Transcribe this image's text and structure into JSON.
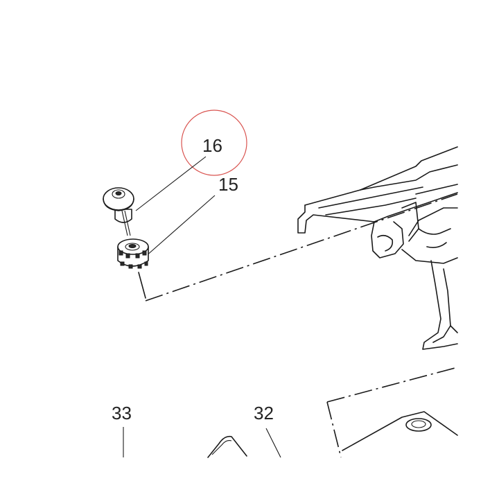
{
  "diagram": {
    "callouts": [
      {
        "id": "16",
        "label": "16",
        "highlighted": true
      },
      {
        "id": "15",
        "label": "15",
        "highlighted": false
      },
      {
        "id": "33",
        "label": "33",
        "highlighted": false
      },
      {
        "id": "32",
        "label": "32",
        "highlighted": false
      }
    ],
    "colors": {
      "line": "#1a1a1a",
      "highlight_circle": "#d9534f",
      "background": "#ffffff"
    }
  }
}
